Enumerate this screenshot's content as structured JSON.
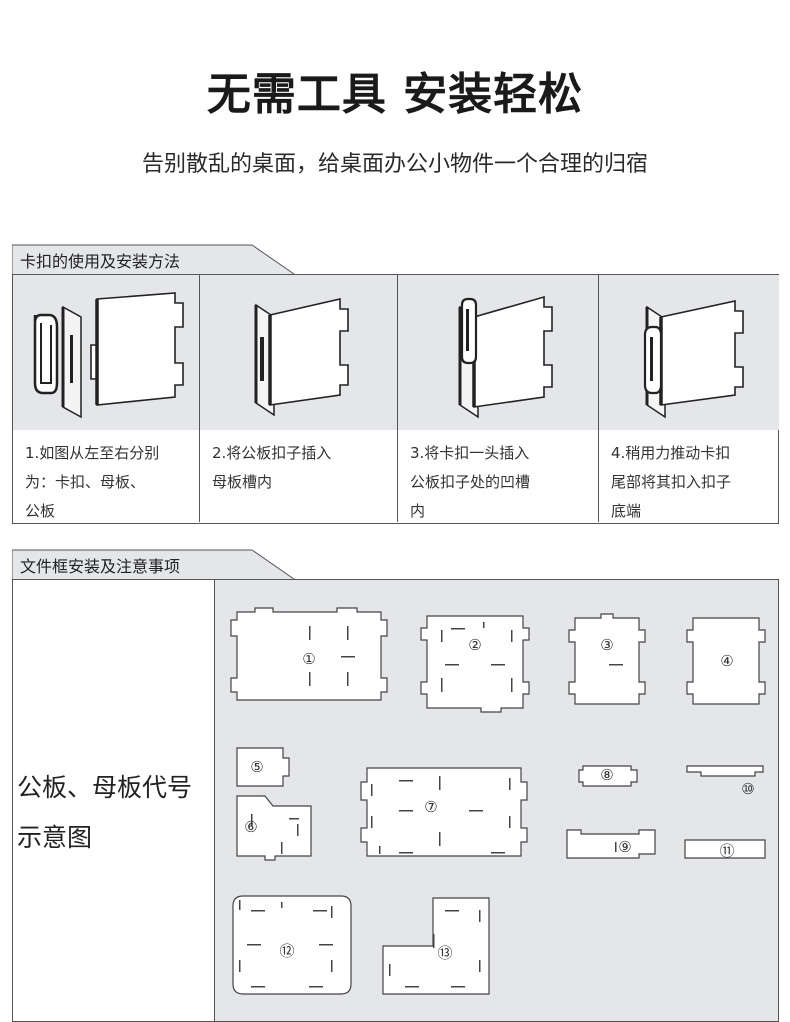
{
  "header": {
    "title": "无需工具  安装轻松",
    "subtitle": "告别散乱的桌面，给桌面办公小物件一个合理的归宿"
  },
  "section1": {
    "tab_label": "卡扣的使用及安装方法",
    "steps": [
      {
        "lines": [
          "1.如图从左至右分别",
          "为：卡扣、母板、",
          "公板"
        ]
      },
      {
        "lines": [
          "2.将公板扣子插入",
          "母板槽内"
        ]
      },
      {
        "lines": [
          "3.将卡扣一头插入",
          "公板扣子处的凹槽",
          "内"
        ]
      },
      {
        "lines": [
          "4.稍用力推动卡扣",
          "尾部将其扣入扣子",
          "底端"
        ]
      }
    ]
  },
  "section2": {
    "tab_label": "文件框安装及注意事项",
    "label_line1": "公板、母板代号",
    "label_line2": "示意图",
    "parts": [
      "①",
      "②",
      "③",
      "④",
      "⑤",
      "⑥",
      "⑦",
      "⑧",
      "⑨",
      "⑩",
      "⑪",
      "⑫",
      "⑬"
    ]
  },
  "colors": {
    "panel_bg": "#e4e6ea",
    "border": "#555555",
    "title": "#1a1a1a"
  }
}
